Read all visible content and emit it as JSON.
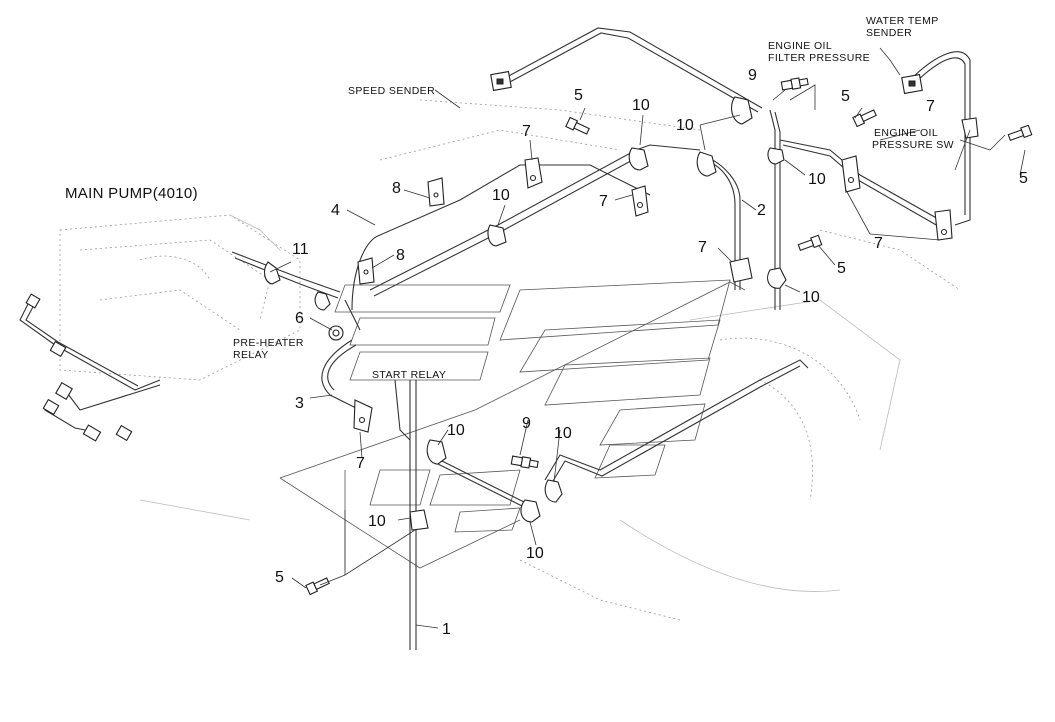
{
  "labels": {
    "main_pump": "MAIN PUMP(4010)",
    "speed_sender": "SPEED SENDER",
    "engine_oil_filter_pressure_1": "ENGINE OIL",
    "engine_oil_filter_pressure_2": "FILTER PRESSURE",
    "water_temp_sender_1": "WATER TEMP",
    "water_temp_sender_2": "SENDER",
    "engine_oil_pressure_sw_1": "ENGINE OIL",
    "engine_oil_pressure_sw_2": "PRESSURE SW",
    "pre_heater_relay_1": "PRE-HEATER",
    "pre_heater_relay_2": "RELAY",
    "start_relay": "START RELAY"
  },
  "callouts": {
    "n1": "1",
    "n2": "2",
    "n3": "3",
    "n4": "4",
    "n5a": "5",
    "n5b": "5",
    "n5c": "5",
    "n5d": "5",
    "n5e": "5",
    "n6": "6",
    "n7a": "7",
    "n7b": "7",
    "n7c": "7",
    "n7d": "7",
    "n7e": "7",
    "n7f": "7",
    "n8a": "8",
    "n8b": "8",
    "n9a": "9",
    "n9b": "9",
    "n10a": "10",
    "n10b": "10",
    "n10c": "10",
    "n10d": "10",
    "n10e": "10",
    "n10f": "10",
    "n10g": "10",
    "n10h": "10",
    "n10i": "10",
    "n11": "11"
  }
}
